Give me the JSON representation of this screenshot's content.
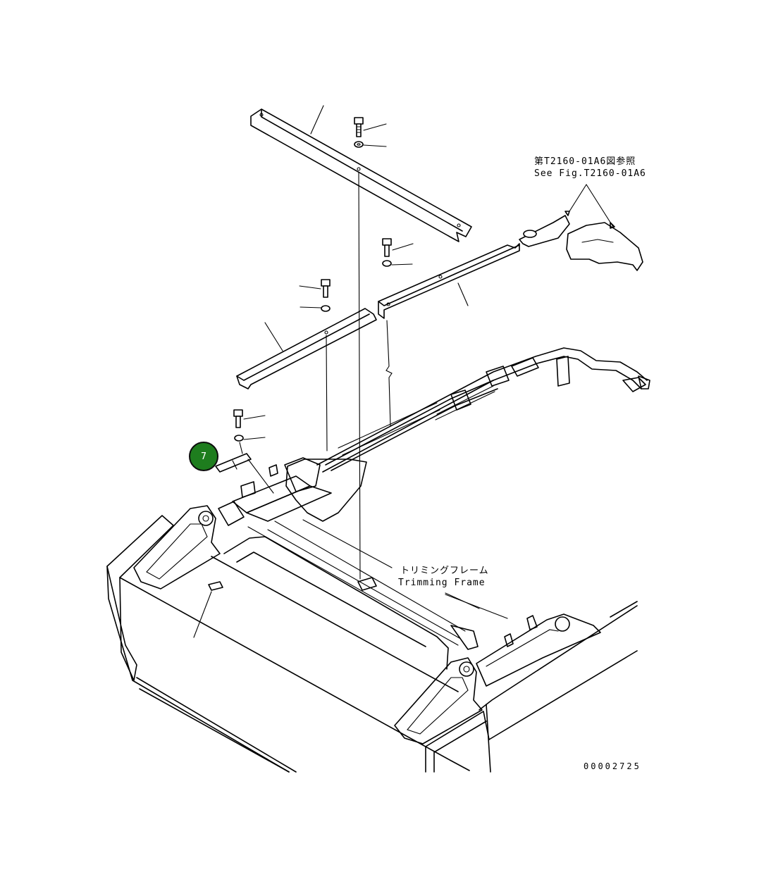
{
  "reference_note": {
    "jp": "第T2160-01A6図参照",
    "en": "See Fig.T2160-01A6"
  },
  "trimming_frame": {
    "jp": "トリミングフレーム",
    "en": "Trimming Frame"
  },
  "callout": {
    "number": "7",
    "color": "#1e7d1e"
  },
  "drawing_number": "00002725"
}
